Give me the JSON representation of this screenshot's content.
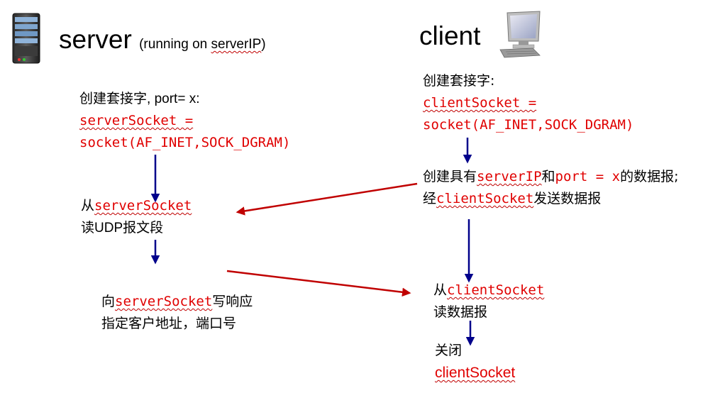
{
  "server": {
    "title": "server",
    "subtitle_prefix": "(running on ",
    "subtitle_ip": "serverIP",
    "subtitle_suffix": ")",
    "step1": {
      "line1_cn": "创建套接字",
      "line1_rest": ", port= x:",
      "line2": "serverSocket =",
      "line3": "socket(AF_INET,SOCK_DGRAM)"
    },
    "step2": {
      "line1_prefix": "从",
      "line1_socket": "serverSocket",
      "line2_prefix": "读",
      "line2_udp": "UDP",
      "line2_suffix": "报文段"
    },
    "step3": {
      "line1_prefix": "向",
      "line1_socket": "serverSocket",
      "line1_suffix": "写响应",
      "line2": "指定客户地址，端口号"
    }
  },
  "client": {
    "title": "client",
    "step1": {
      "line1": "创建套接字:",
      "line2": "clientSocket =",
      "line3": "socket(AF_INET,SOCK_DGRAM)"
    },
    "step2": {
      "line1_prefix": "创建具有",
      "line1_ip": "serverIP",
      "line1_mid": "和",
      "line1_port": "port = x",
      "line1_suffix": "的数据报;",
      "line2_prefix": "经",
      "line2_socket": "clientSocket",
      "line2_suffix": "发送数据报"
    },
    "step3": {
      "line1_prefix": "从",
      "line1_socket": "clientSocket",
      "line2": "读数据报"
    },
    "step4": {
      "line1": "关闭",
      "line2": "clientSocket"
    }
  },
  "icons": [
    "server-icon",
    "computer-icon"
  ],
  "colors": {
    "flow_arrow": "#00008b",
    "message_arrow": "#c00000",
    "code_red": "#e00000"
  }
}
